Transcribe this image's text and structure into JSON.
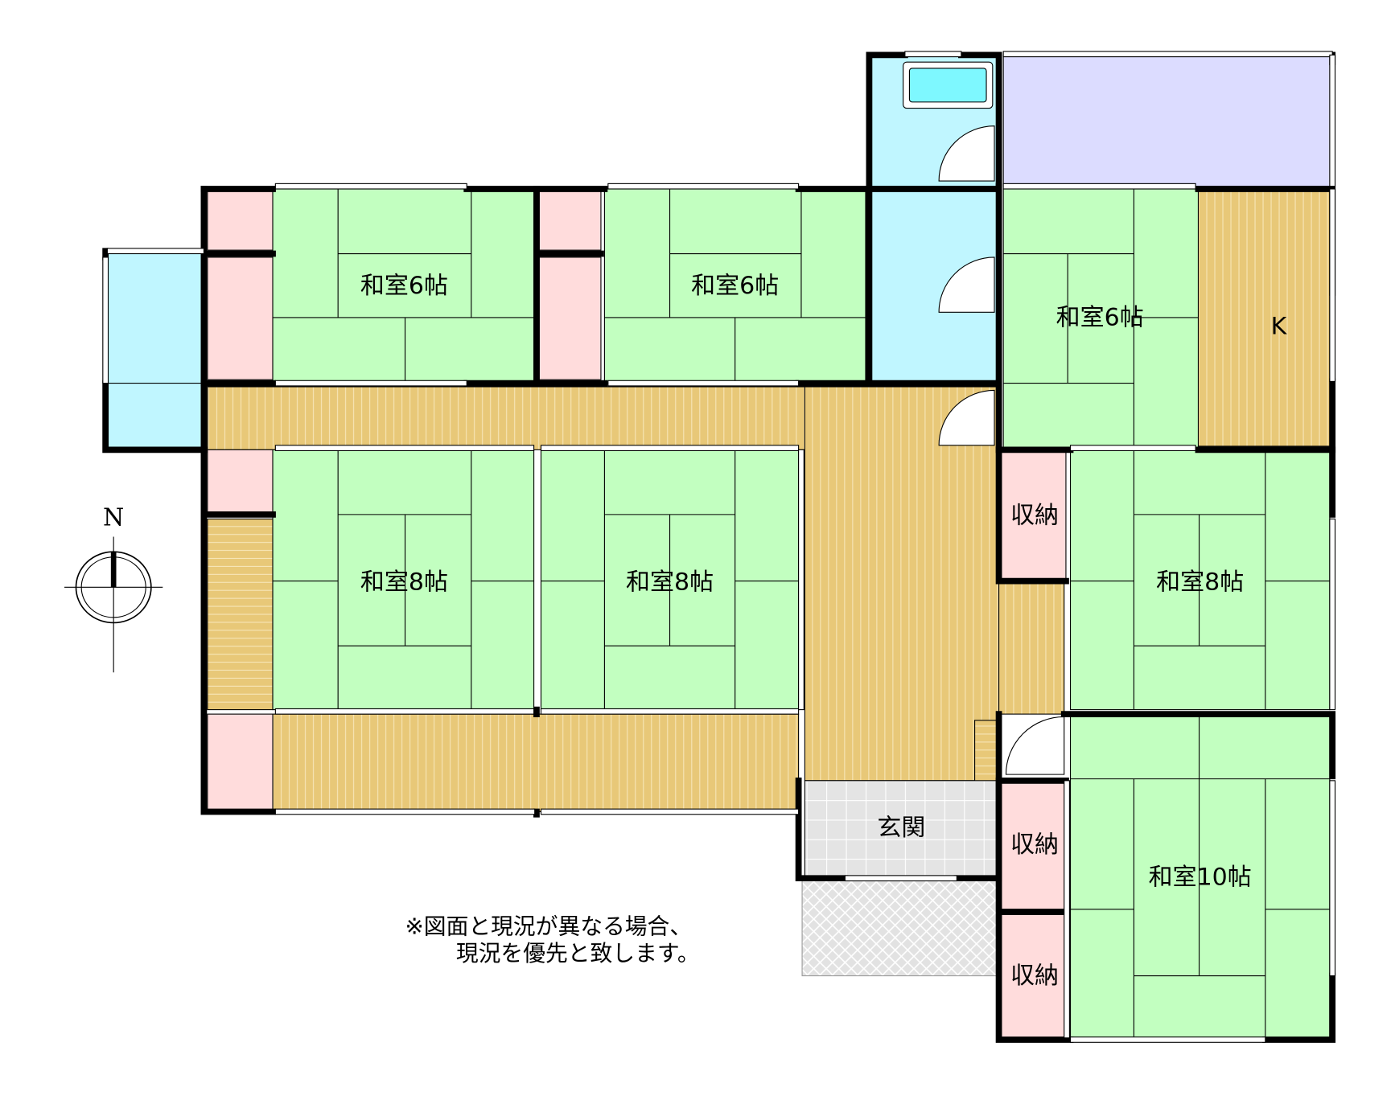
{
  "compass": {
    "label": "N"
  },
  "rooms": {
    "washitsu_6_a": "和室6帖",
    "washitsu_6_b": "和室6帖",
    "washitsu_6_c": "和室6帖",
    "kitchen": "K",
    "washitsu_8_a": "和室8帖",
    "washitsu_8_b": "和室8帖",
    "washitsu_8_c": "和室8帖",
    "washitsu_10": "和室10帖",
    "entrance": "玄関",
    "storage_1": "収納",
    "storage_2": "収納",
    "storage_3": "収納"
  },
  "note": {
    "line1": "※図面と現況が異なる場合、",
    "line2": "現況を優先と致します。"
  },
  "colors": {
    "tatami": "#c2ffc0",
    "closet": "#ffdcdc",
    "wood": "#e8c878",
    "wet": "#c0f6ff",
    "storage_room": "#dcdcff"
  }
}
